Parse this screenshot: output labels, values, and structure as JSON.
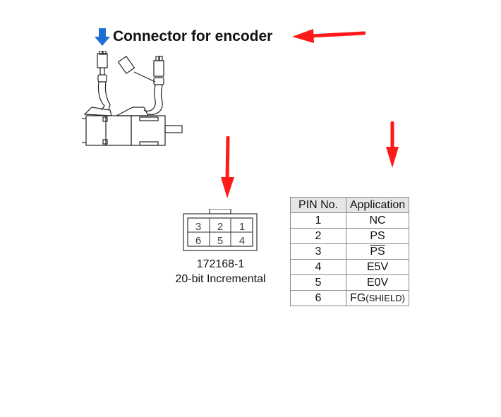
{
  "title": "Connector for encoder",
  "connector": {
    "pins_top": [
      "3",
      "2",
      "1"
    ],
    "pins_bottom": [
      "6",
      "5",
      "4"
    ],
    "part_number": "172168-1",
    "encoder_type": "20-bit Incremental"
  },
  "pin_table": {
    "headers": [
      "PIN No.",
      "Application"
    ],
    "rows": [
      {
        "pin": "1",
        "application": "NC"
      },
      {
        "pin": "2",
        "application": "PS"
      },
      {
        "pin": "3",
        "application": "PS",
        "inverted": true
      },
      {
        "pin": "4",
        "application": "E5V"
      },
      {
        "pin": "5",
        "application": "E0V"
      },
      {
        "pin": "6",
        "application": "FG",
        "suffix": "(SHIELD)"
      }
    ]
  },
  "colors": {
    "accent_red": "#ff1a1a",
    "accent_blue": "#1f6fd1"
  }
}
